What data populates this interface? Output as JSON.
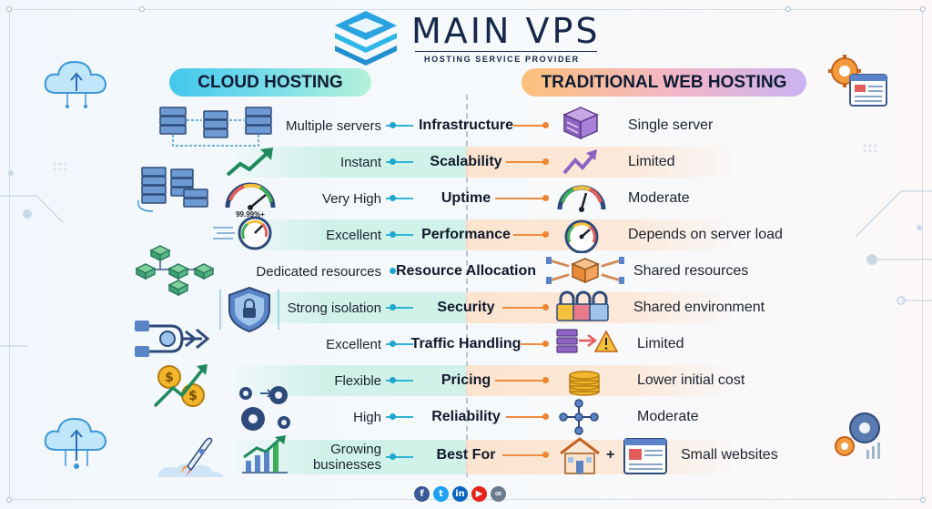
{
  "header": {
    "title": "MAIN VPS",
    "subtitle": "HOSTING SERVICE PROVIDER"
  },
  "columns": {
    "left": "CLOUD HOSTING",
    "right": "TRADITIONAL WEB HOSTING"
  },
  "rows": [
    {
      "feature": "Infrastructure",
      "cloud": "Multiple servers",
      "traditional": "Single server"
    },
    {
      "feature": "Scalability",
      "cloud": "Instant",
      "traditional": "Limited"
    },
    {
      "feature": "Uptime",
      "cloud": "Very High",
      "traditional": "Moderate",
      "gauge_label": "99.99%+"
    },
    {
      "feature": "Performance",
      "cloud": "Excellent",
      "traditional": "Depends on server load"
    },
    {
      "feature": "Resource Allocation",
      "cloud": "Dedicated resources",
      "traditional": "Shared resources"
    },
    {
      "feature": "Security",
      "cloud": "Strong isolation",
      "traditional": "Shared environment"
    },
    {
      "feature": "Traffic Handling",
      "cloud": "Excellent",
      "traditional": "Limited"
    },
    {
      "feature": "Pricing",
      "cloud": "Flexible",
      "traditional": "Lower initial cost"
    },
    {
      "feature": "Reliability",
      "cloud": "High",
      "traditional": "Moderate"
    },
    {
      "feature": "Best For",
      "cloud_line1": "Growing",
      "cloud_line2": "businesses",
      "traditional": "Small websites",
      "plus": "+"
    }
  ],
  "socials": [
    {
      "icon": "facebook-icon",
      "glyph": "f",
      "color": "#3b5998"
    },
    {
      "icon": "twitter-icon",
      "glyph": "t",
      "color": "#1da1f2"
    },
    {
      "icon": "linkedin-icon",
      "glyph": "in",
      "color": "#0a66c2"
    },
    {
      "icon": "youtube-icon",
      "glyph": "▶",
      "color": "#e62117"
    },
    {
      "icon": "link-icon",
      "glyph": "∞",
      "color": "#6b7a8c"
    }
  ],
  "colors": {
    "cloud_accent": "#1fa6cf",
    "traditional_accent": "#ee8531",
    "brand": "#16284a"
  }
}
